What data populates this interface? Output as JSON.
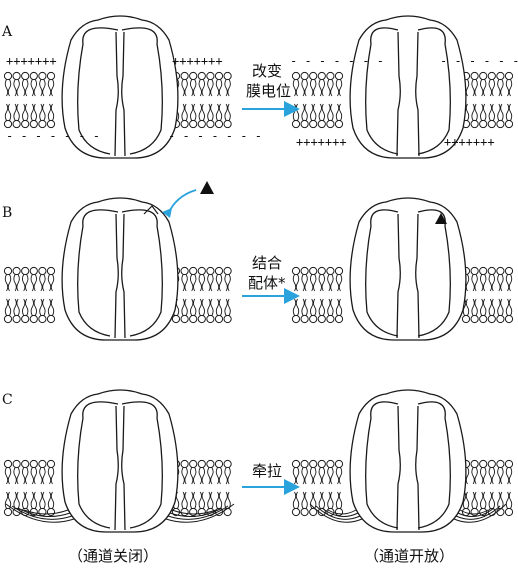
{
  "panels": [
    {
      "letter": "A",
      "action_lines": [
        "改变",
        "膜电位"
      ],
      "stimulus": "voltage",
      "left_charges": {
        "top": "+++++++",
        "bottom": "- - - - - - -"
      },
      "right_charges": {
        "top": "- - - - - - -",
        "bottom": "+++++++"
      }
    },
    {
      "letter": "B",
      "action_lines": [
        "结合",
        "配体*"
      ],
      "stimulus": "ligand"
    },
    {
      "letter": "C",
      "action_lines": [
        "牵拉"
      ],
      "stimulus": "stretch"
    }
  ],
  "captions": {
    "closed": "（通道关闭）",
    "open": "（通道开放）"
  },
  "colors": {
    "arrow": "#2aa3dc",
    "ink": "#1a1a1a"
  }
}
